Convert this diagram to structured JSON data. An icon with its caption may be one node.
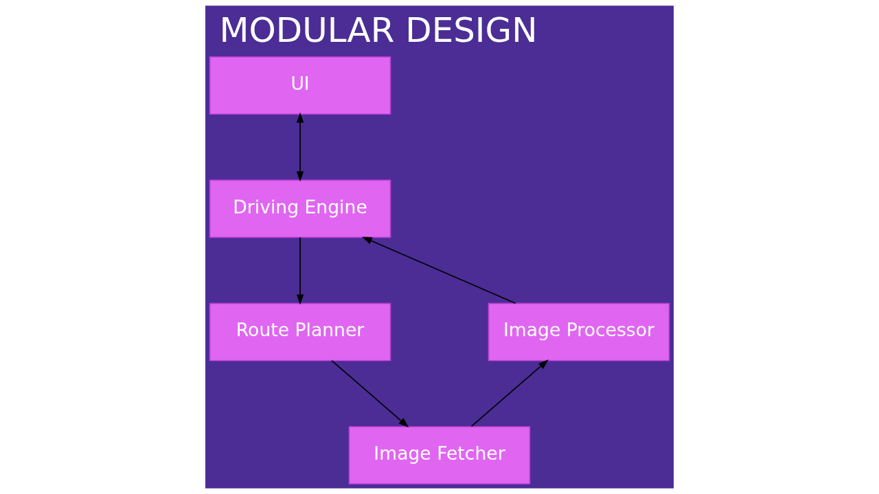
{
  "diagram": {
    "title": "MODULAR DESIGN",
    "nodes": [
      {
        "text": [
          "UI"
        ]
      },
      {
        "text": [
          "Driving Engine"
        ]
      },
      {
        "text": [
          "Route Planner"
        ]
      },
      {
        "text": [
          "Image Fetcher"
        ]
      },
      {
        "text": [
          "Image Processor"
        ]
      }
    ],
    "edges": [
      {
        "from": 0,
        "to": 1,
        "arrow": "both"
      },
      {
        "from": 1,
        "to": 2,
        "arrow": "to"
      },
      {
        "from": 2,
        "to": 3,
        "arrow": "to"
      },
      {
        "from": 3,
        "to": 4,
        "arrow": "to"
      },
      {
        "from": 4,
        "to": 1,
        "arrow": "to"
      }
    ]
  }
}
